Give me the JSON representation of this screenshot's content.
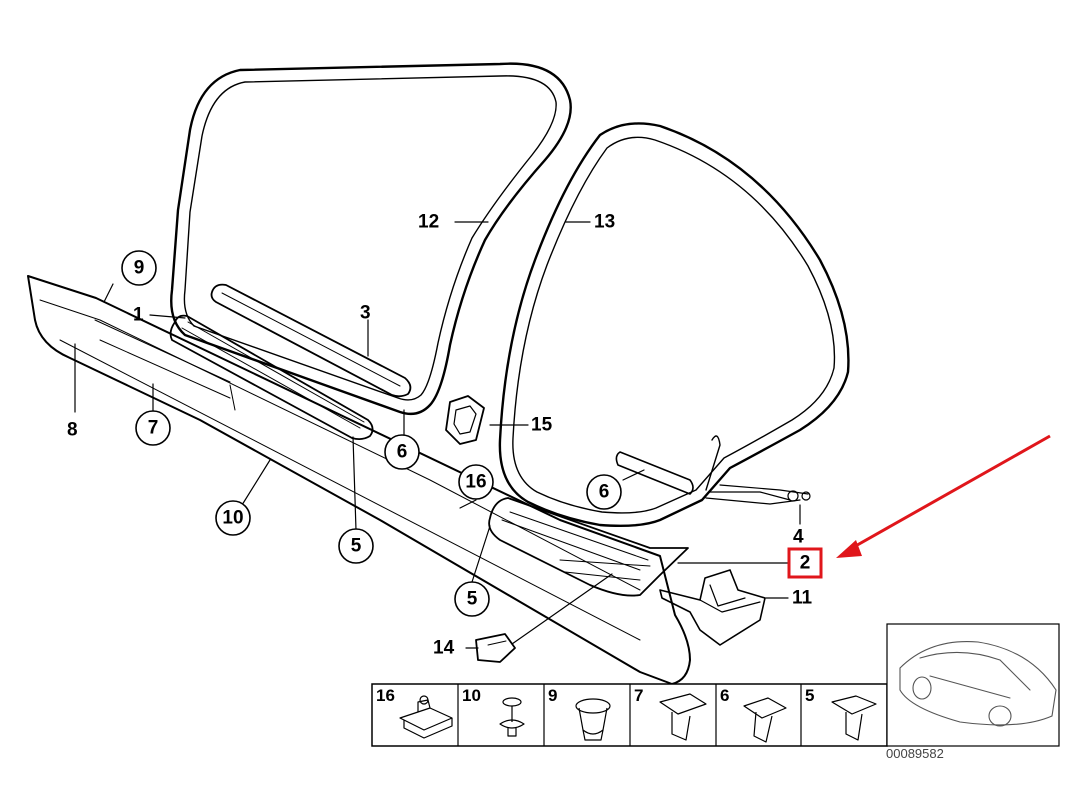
{
  "diagram_id": "00089582",
  "highlight_color": "#e0161b",
  "labels": {
    "l1": "1",
    "l2": "2",
    "l3": "3",
    "l4": "4",
    "l5a": "5",
    "l5b": "5",
    "l6a": "6",
    "l6b": "6",
    "l7": "7",
    "l8": "8",
    "l9": "9",
    "l10": "10",
    "l11": "11",
    "l12": "12",
    "l13": "13",
    "l14": "14",
    "l15": "15",
    "l16": "16"
  },
  "fastener_strip": [
    "16",
    "10",
    "9",
    "7",
    "6",
    "5"
  ]
}
